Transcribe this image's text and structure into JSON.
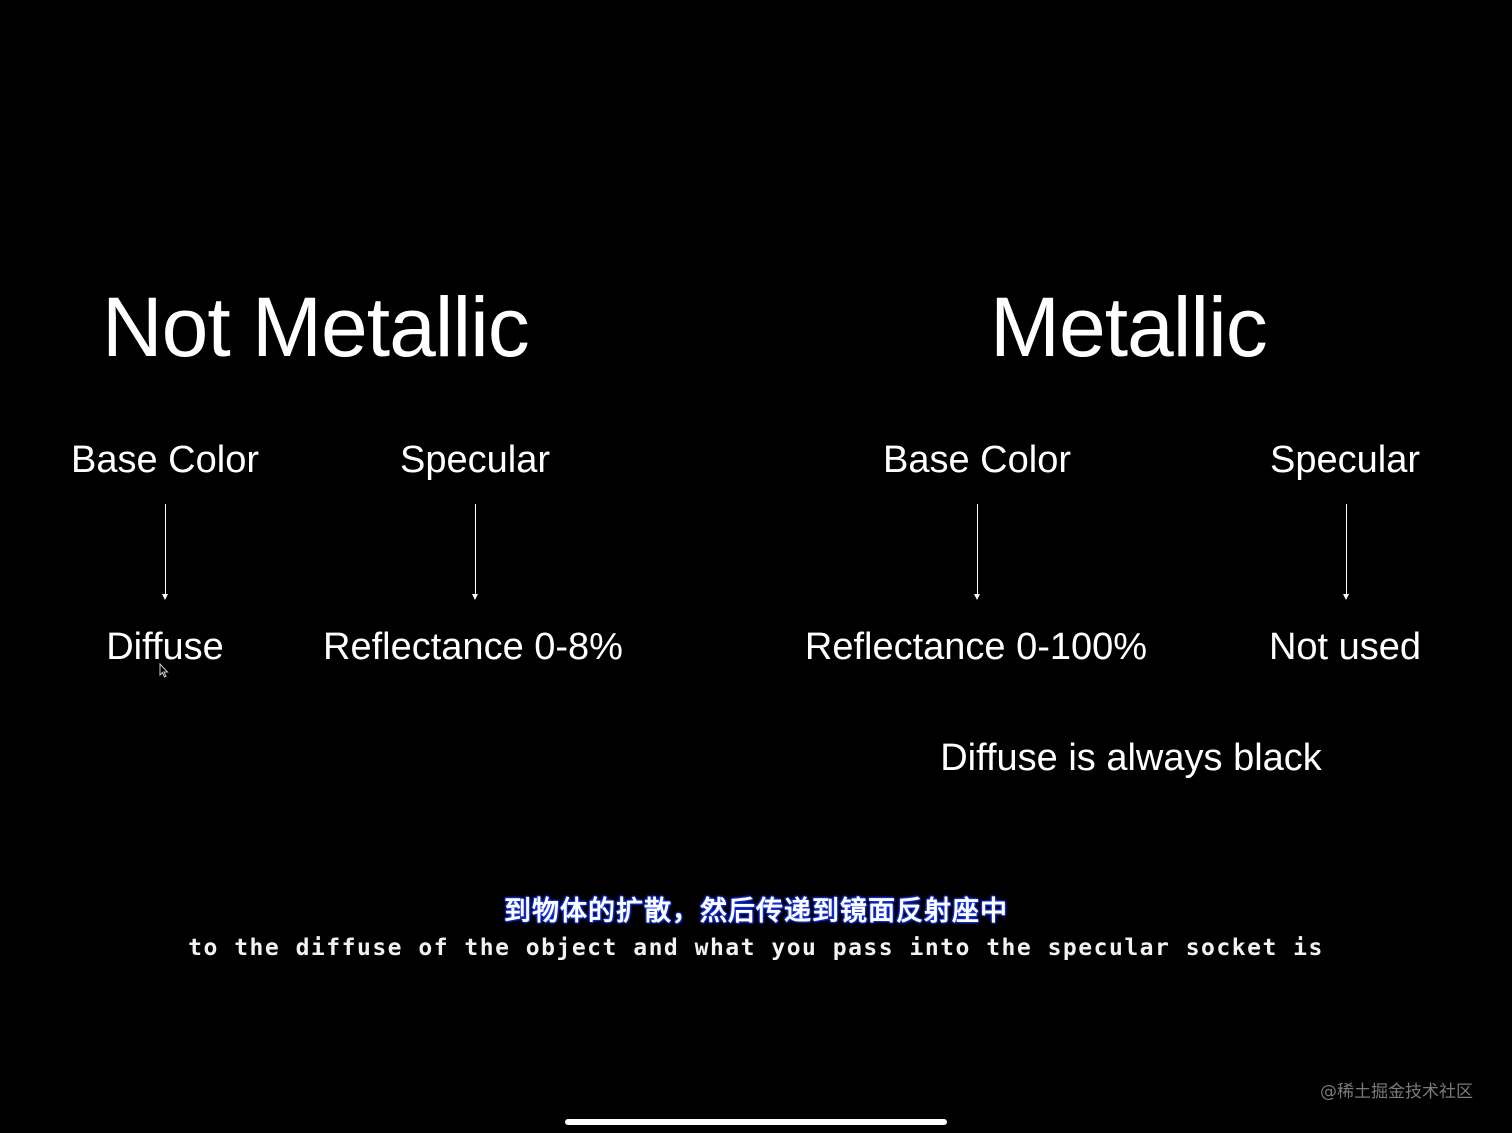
{
  "left_column": {
    "title": "Not Metallic",
    "input_a": "Base Color",
    "input_b": "Specular",
    "output_a": "Diffuse",
    "output_b": "Reflectance 0-8%"
  },
  "right_column": {
    "title": "Metallic",
    "input_a": "Base Color",
    "input_b": "Specular",
    "output_a": "Reflectance 0-100%",
    "output_b": "Not used",
    "note": "Diffuse is always black"
  },
  "subtitles": {
    "chinese": "到物体的扩散，然后传递到镜面反射座中",
    "english": "to the diffuse of the object and what you pass into the specular socket is"
  },
  "watermark": "@稀土掘金技术社区",
  "colors": {
    "background": "#000000",
    "text": "#ffffff",
    "subtitle_glow": "#1a3cff",
    "watermark": "#7a7a7a"
  },
  "icons": {
    "cursor": "mouse-pointer-icon",
    "arrow": "arrow-down-icon"
  }
}
